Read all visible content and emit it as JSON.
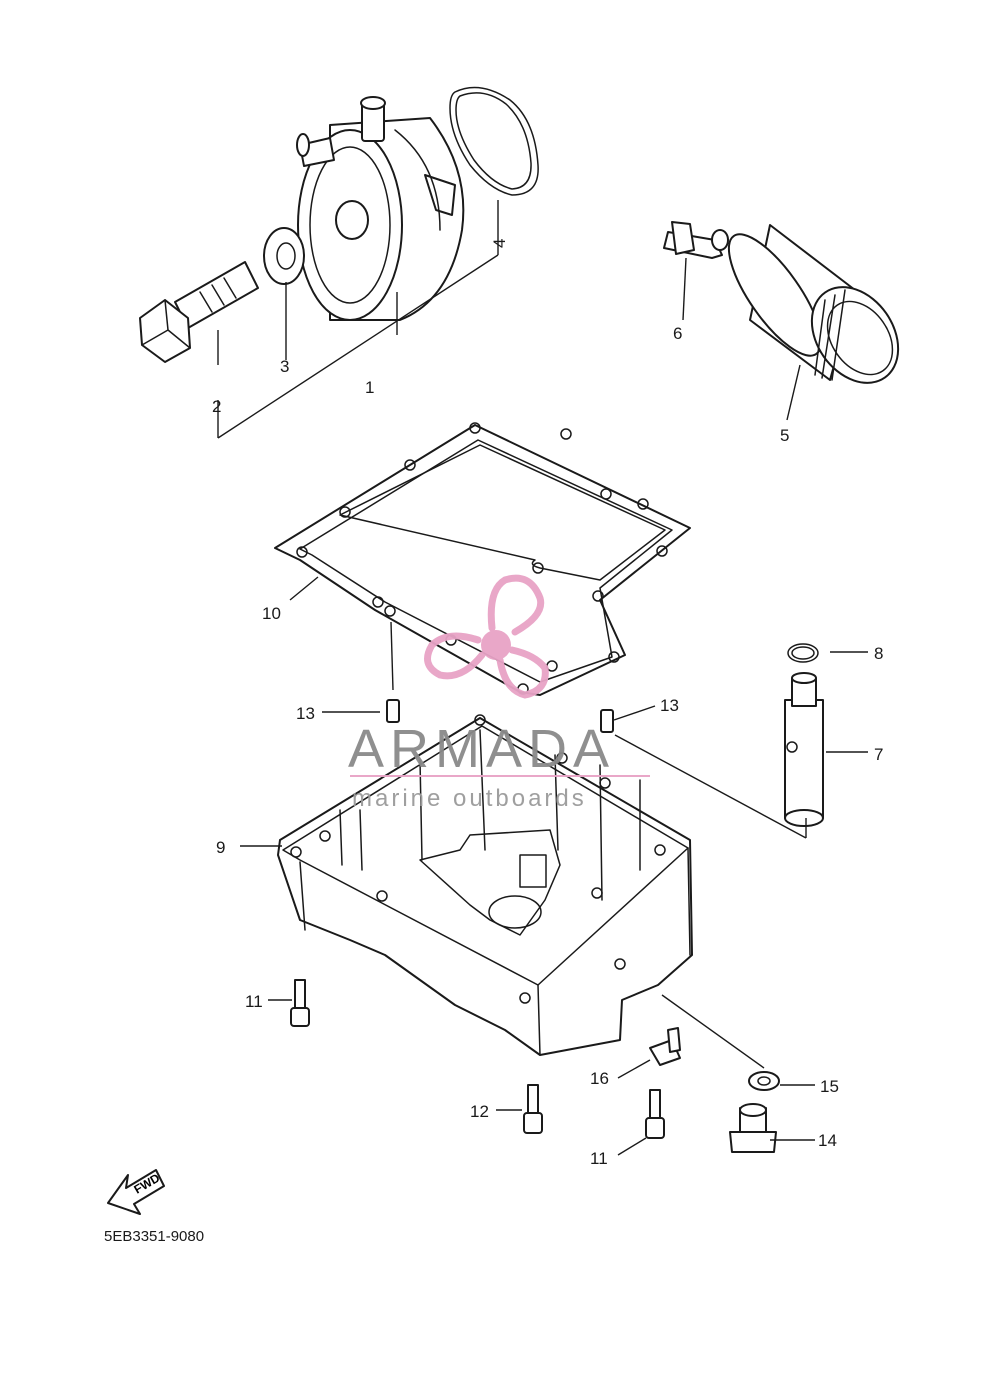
{
  "diagram": {
    "callouts": [
      "1",
      "2",
      "3",
      "4",
      "5",
      "6",
      "7",
      "8",
      "9",
      "10",
      "11",
      "11",
      "12",
      "13",
      "13",
      "14",
      "15",
      "16"
    ],
    "arrow_label": "FWD",
    "drawing_code": "5EB3351-9080"
  },
  "watermark": {
    "brand": "ARMADA",
    "subtitle": "marine outboards",
    "color": "#e8a3c6"
  }
}
